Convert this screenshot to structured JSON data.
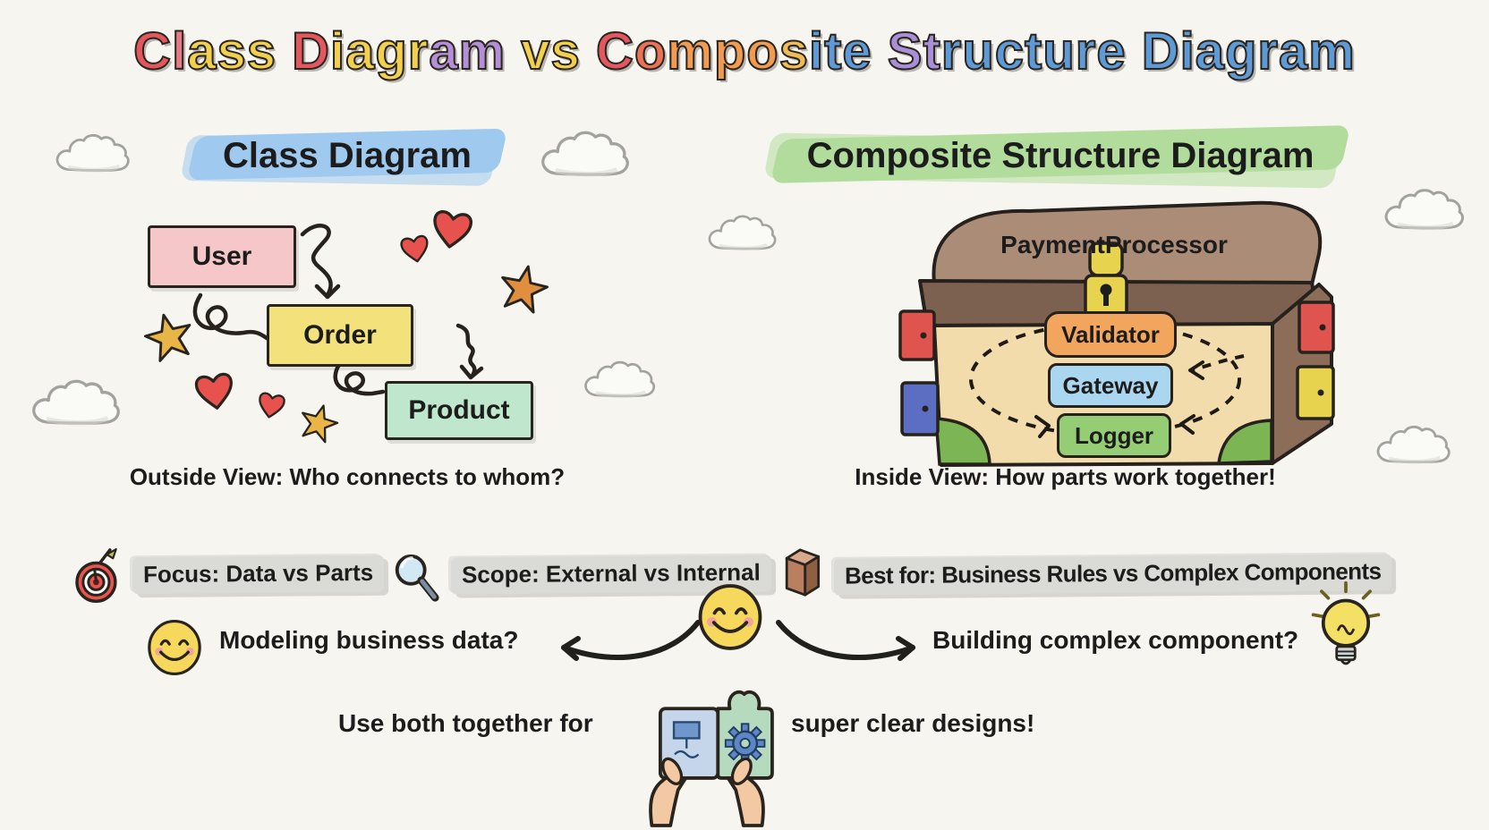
{
  "title": {
    "full_text": "Class Diagram vs Composite Structure Diagram",
    "segments": [
      {
        "text": "C",
        "color": "#e3585e"
      },
      {
        "text": "l",
        "color": "#e87a85"
      },
      {
        "text": "ass",
        "color": "#f0d04e"
      },
      {
        "text": " ",
        "color": "#1c1c1c"
      },
      {
        "text": "D",
        "color": "#e3585e"
      },
      {
        "text": "iagr",
        "color": "#f0d04e"
      },
      {
        "text": "am",
        "color": "#b48fd8"
      },
      {
        "text": " vs ",
        "color": "#f0d04e"
      },
      {
        "text": "C",
        "color": "#e3585e"
      },
      {
        "text": "o",
        "color": "#ea7355"
      },
      {
        "text": "mpo",
        "color": "#f09a52"
      },
      {
        "text": "s",
        "color": "#f0bc55"
      },
      {
        "text": "ite",
        "color": "#5e9ad6"
      },
      {
        "text": " ",
        "color": "#1c1c1c"
      },
      {
        "text": "St",
        "color": "#a98fd8"
      },
      {
        "text": "ructure",
        "color": "#5e9ad6"
      },
      {
        "text": " ",
        "color": "#1c1c1c"
      },
      {
        "text": "Diagram",
        "color": "#5e9ad6"
      }
    ]
  },
  "colors": {
    "background": "#f6f5ef",
    "class_highlight": "#9fc9ee",
    "composite_highlight": "#b2dc9c",
    "user_box": "#f5c7c9",
    "order_box": "#f3e27c",
    "product_box": "#bfe7cd",
    "validator_part": "#f2a65d",
    "gateway_part": "#abd6f0",
    "logger_part": "#94cd73",
    "chest_lid": "#ab8d77",
    "chest_front": "#f2dcab",
    "chest_side": "#8c6d57",
    "lock": "#e7d34d",
    "fact_highlight": "#dadad6"
  },
  "left_panel": {
    "header": "Class Diagram",
    "boxes": [
      {
        "label": "User"
      },
      {
        "label": "Order"
      },
      {
        "label": "Product"
      }
    ],
    "caption": "Outside View: Who connects to whom?"
  },
  "right_panel": {
    "header": "Composite Structure Diagram",
    "chest_title": "PaymentProcessor",
    "parts": [
      {
        "label": "Validator"
      },
      {
        "label": "Gateway"
      },
      {
        "label": "Logger"
      }
    ],
    "caption": "Inside View: How parts work together!"
  },
  "facts": {
    "items": [
      {
        "icon": "target-icon",
        "text": "Focus: Data vs Parts"
      },
      {
        "icon": "magnifier-icon",
        "text": "Scope: External vs Internal"
      },
      {
        "icon": "cube-icon",
        "text": "Best for: Business Rules vs Complex Components"
      }
    ]
  },
  "decision": {
    "left_question": "Modeling business data?",
    "right_question": "Building complex component?"
  },
  "footer": {
    "before_text": "Use both together for",
    "after_text": "super clear designs!"
  }
}
